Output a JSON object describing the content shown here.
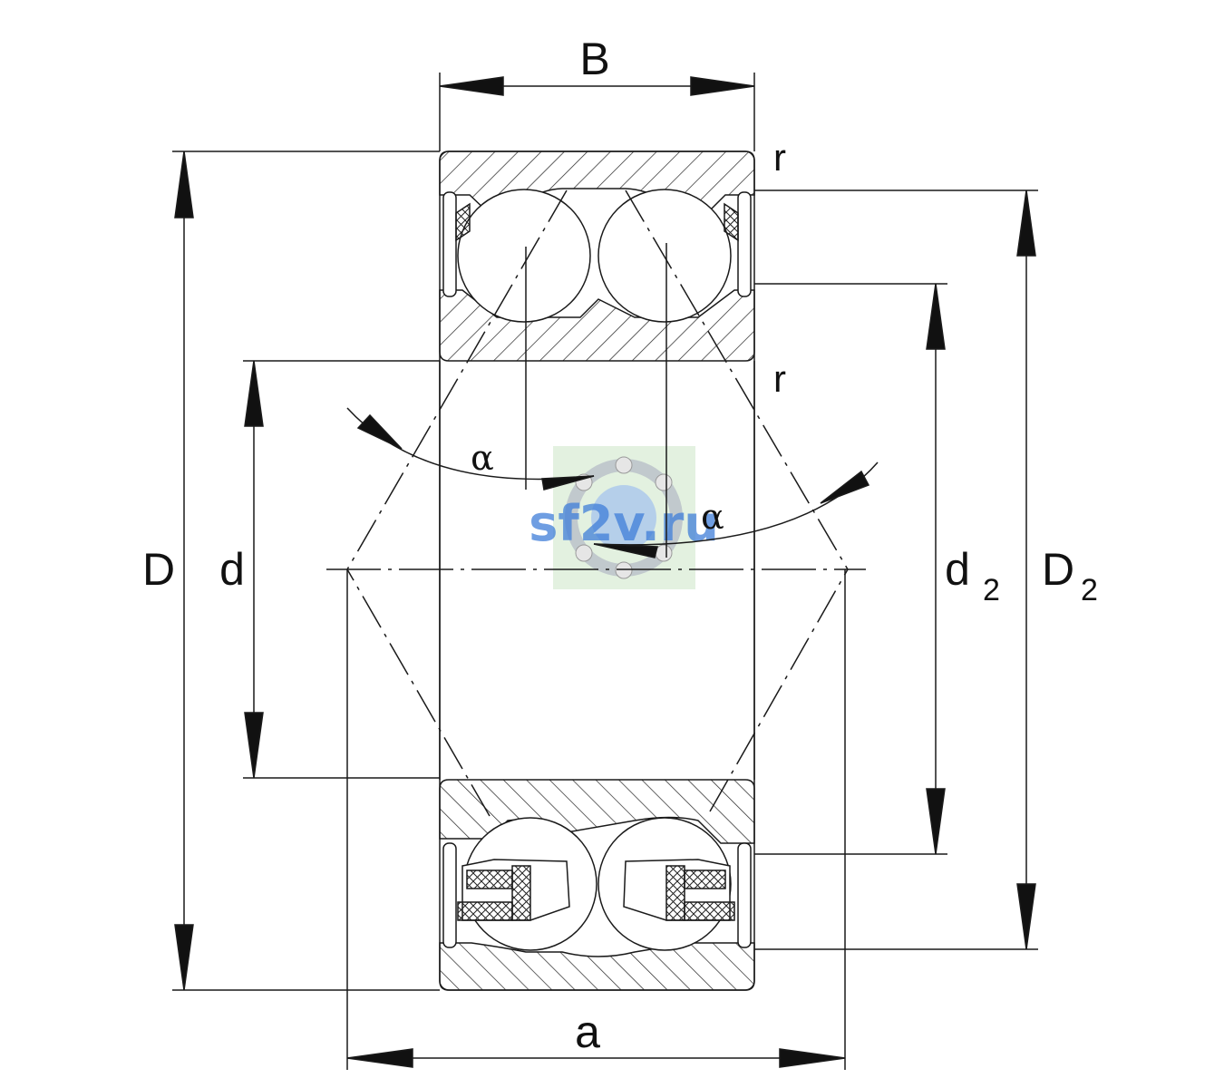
{
  "labels": {
    "B": "B",
    "D": "D",
    "d": "d",
    "d2_main": "d",
    "d2_sub": "2",
    "D2_main": "D",
    "D2_sub": "2",
    "a": "a",
    "r_top": "r",
    "r_mid": "r",
    "alpha_left": "α",
    "alpha_right": "α"
  },
  "watermark": {
    "text": "sf2v.ru"
  },
  "colors": {
    "line": "#1a1a1a",
    "watermark_text": "#3f7ed8",
    "watermark_bg": "#d9ecd6"
  }
}
